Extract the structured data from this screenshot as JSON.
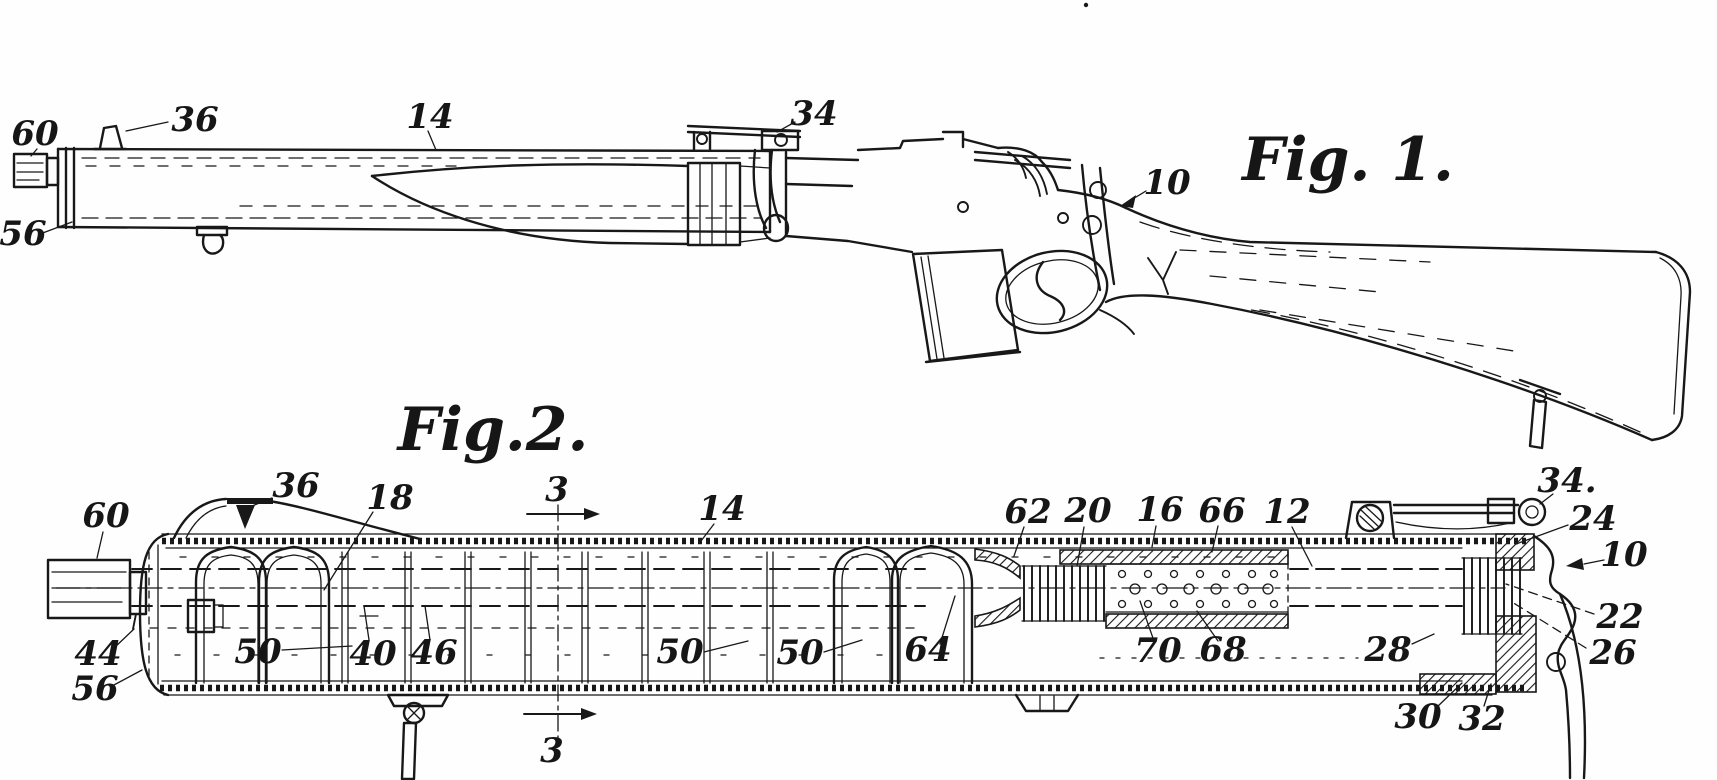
{
  "page": {
    "background": "#fefefe",
    "ink": "#181818"
  },
  "figure1": {
    "caption": "Fig. 1.",
    "labels": {
      "n60": "60",
      "n36": "36",
      "n14": "14",
      "n34": "34",
      "n10": "10",
      "n56": "56"
    }
  },
  "figure2": {
    "caption": "Fig.2.",
    "section_line_top": "3",
    "section_line_bottom": "3",
    "labels": {
      "n60": "60",
      "n36": "36",
      "n18": "18",
      "n14": "14",
      "n62": "62",
      "n20": "20",
      "n16": "16",
      "n66": "66",
      "n12": "12",
      "n34": "34.",
      "n24": "24",
      "n10": "10",
      "n22": "22",
      "n26": "26",
      "n44": "44",
      "n56": "56",
      "n50a": "50",
      "n40": "40",
      "n46": "46",
      "n50b": "50",
      "n50c": "50",
      "n64": "64",
      "n70": "70",
      "n68": "68",
      "n28": "28",
      "n30": "30",
      "n32": "32"
    }
  }
}
